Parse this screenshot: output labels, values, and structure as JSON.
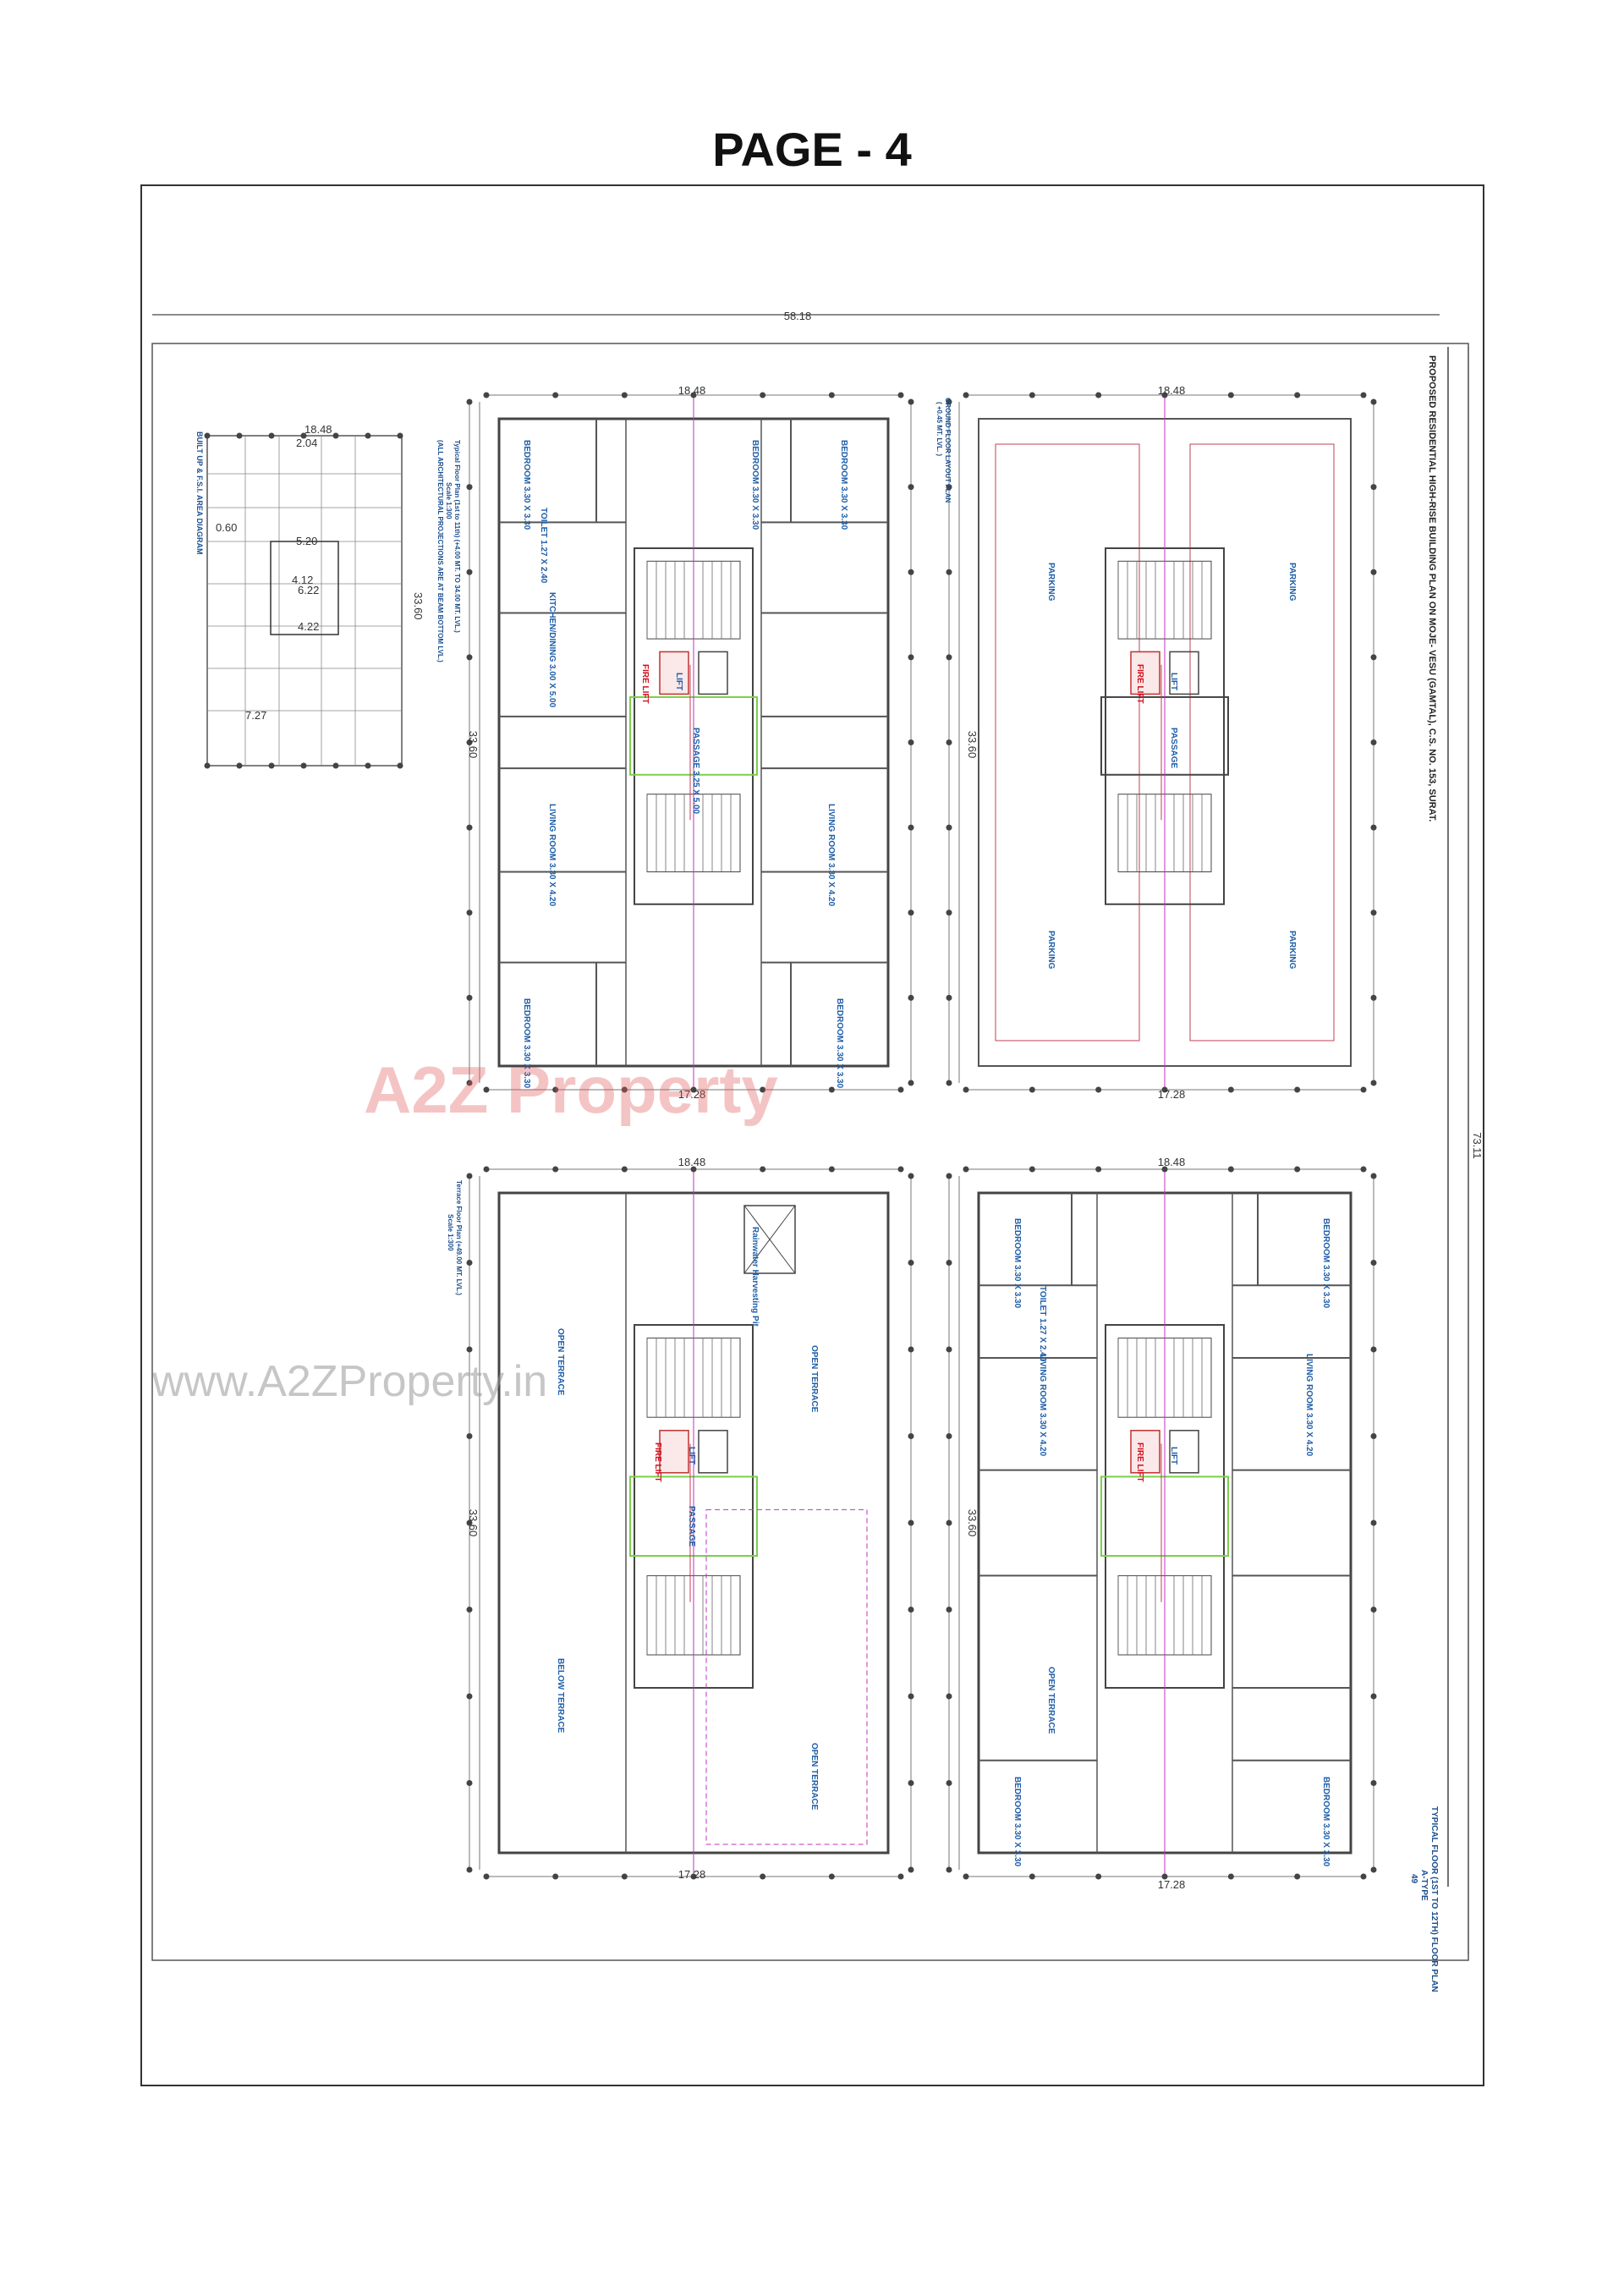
{
  "page_title": "PAGE - 4",
  "sheet": {
    "overall_width_dim": "58.18",
    "overall_height_dim": "73.11",
    "project_title": "PROPOSED RESIDENTIAL HIGH-RISE BUILDING PLAN ON MOJE- VESU (GAMTAL), C.S. NO. 153, SURAT."
  },
  "key_plan": {
    "title": "BUILT UP & F.S.I. AREA DIAGRAM",
    "dims": [
      "18.48",
      "2.04",
      "5.20",
      "4.12",
      "6.22",
      "4.22",
      "7.27",
      "33.60",
      "0.60"
    ]
  },
  "plan_typical_b": {
    "title": "Typical Floor Plan (1st to 11th) (+4.00 MT. TO 34.00 MT. LVL.)",
    "scale": "Scale 1:300",
    "note": "(ALL ARCHITECTURAL PROJECTIONS ARE AT BEAM BOTTOM LVL.)",
    "dim_top_inner": "17.28",
    "dim_top_outer": "18.48",
    "dim_side": "33.60",
    "rooms": {
      "bedroom": "BEDROOM 3.30 X 3.30",
      "toilet": "TOILET 1.27 X 2.40",
      "living": "LIVING ROOM 3.30 X 4.20",
      "kitchen": "KITCHEN/DINING 3.00 X 5.00",
      "passage": "PASSAGE 3.25 X 5.00",
      "lift": "LIFT",
      "fire_lift": "FIRE LIFT"
    }
  },
  "plan_ground": {
    "title": "GROUND FLOOR LAYOUT PLAN",
    "level": "( +0.45 MT. LVL. )",
    "dim_top_inner": "17.28",
    "dim_top_outer": "18.48",
    "dim_side": "33.60",
    "rooms": {
      "parking": "PARKING",
      "lift": "LIFT",
      "fire_lift": "FIRE LIFT",
      "passage": "PASSAGE"
    }
  },
  "plan_terrace": {
    "title": "Terrace Floor Plan (+49.00 MT. LVL.)",
    "scale": "Scale 1:300",
    "dim_top_inner": "17.28",
    "dim_top_outer": "18.48",
    "dim_side": "33.60",
    "rooms": {
      "open_terrace": "OPEN TERRACE",
      "belov_terrace": "BELOW TERRACE",
      "passage": "PASSAGE",
      "lift": "LIFT",
      "fire_lift": "FIRE LIFT",
      "rainwater": "Rainwater Harvesting Pit"
    }
  },
  "plan_typical_a": {
    "title": "TYPICAL FLOOR (1ST TO 12TH) FLOOR PLAN",
    "type": "A-TYPE",
    "number": "49",
    "dim_top_inner": "17.28",
    "dim_top_outer": "18.48",
    "dim_side": "33.60",
    "rooms": {
      "bedroom": "BEDROOM 3.30 X 3.30",
      "toilet": "TOILET 1.27 X 2.40",
      "living": "LIVING ROOM 3.30 X 4.20",
      "open_terrace": "OPEN TERRACE",
      "lift": "LIFT",
      "fire_lift": "FIRE LIFT"
    }
  },
  "watermarks": {
    "logo_text": "A2Z Property",
    "url": "www.A2ZProperty.in"
  },
  "colors": {
    "wall": "#444444",
    "room_label": "#1e5ea8",
    "title_blue": "#1a4f8f",
    "fire_lift": "#d01020",
    "grid_red": "#c04050",
    "stair_green": "#7ad04a",
    "axis_magenta": "#c030c0"
  }
}
